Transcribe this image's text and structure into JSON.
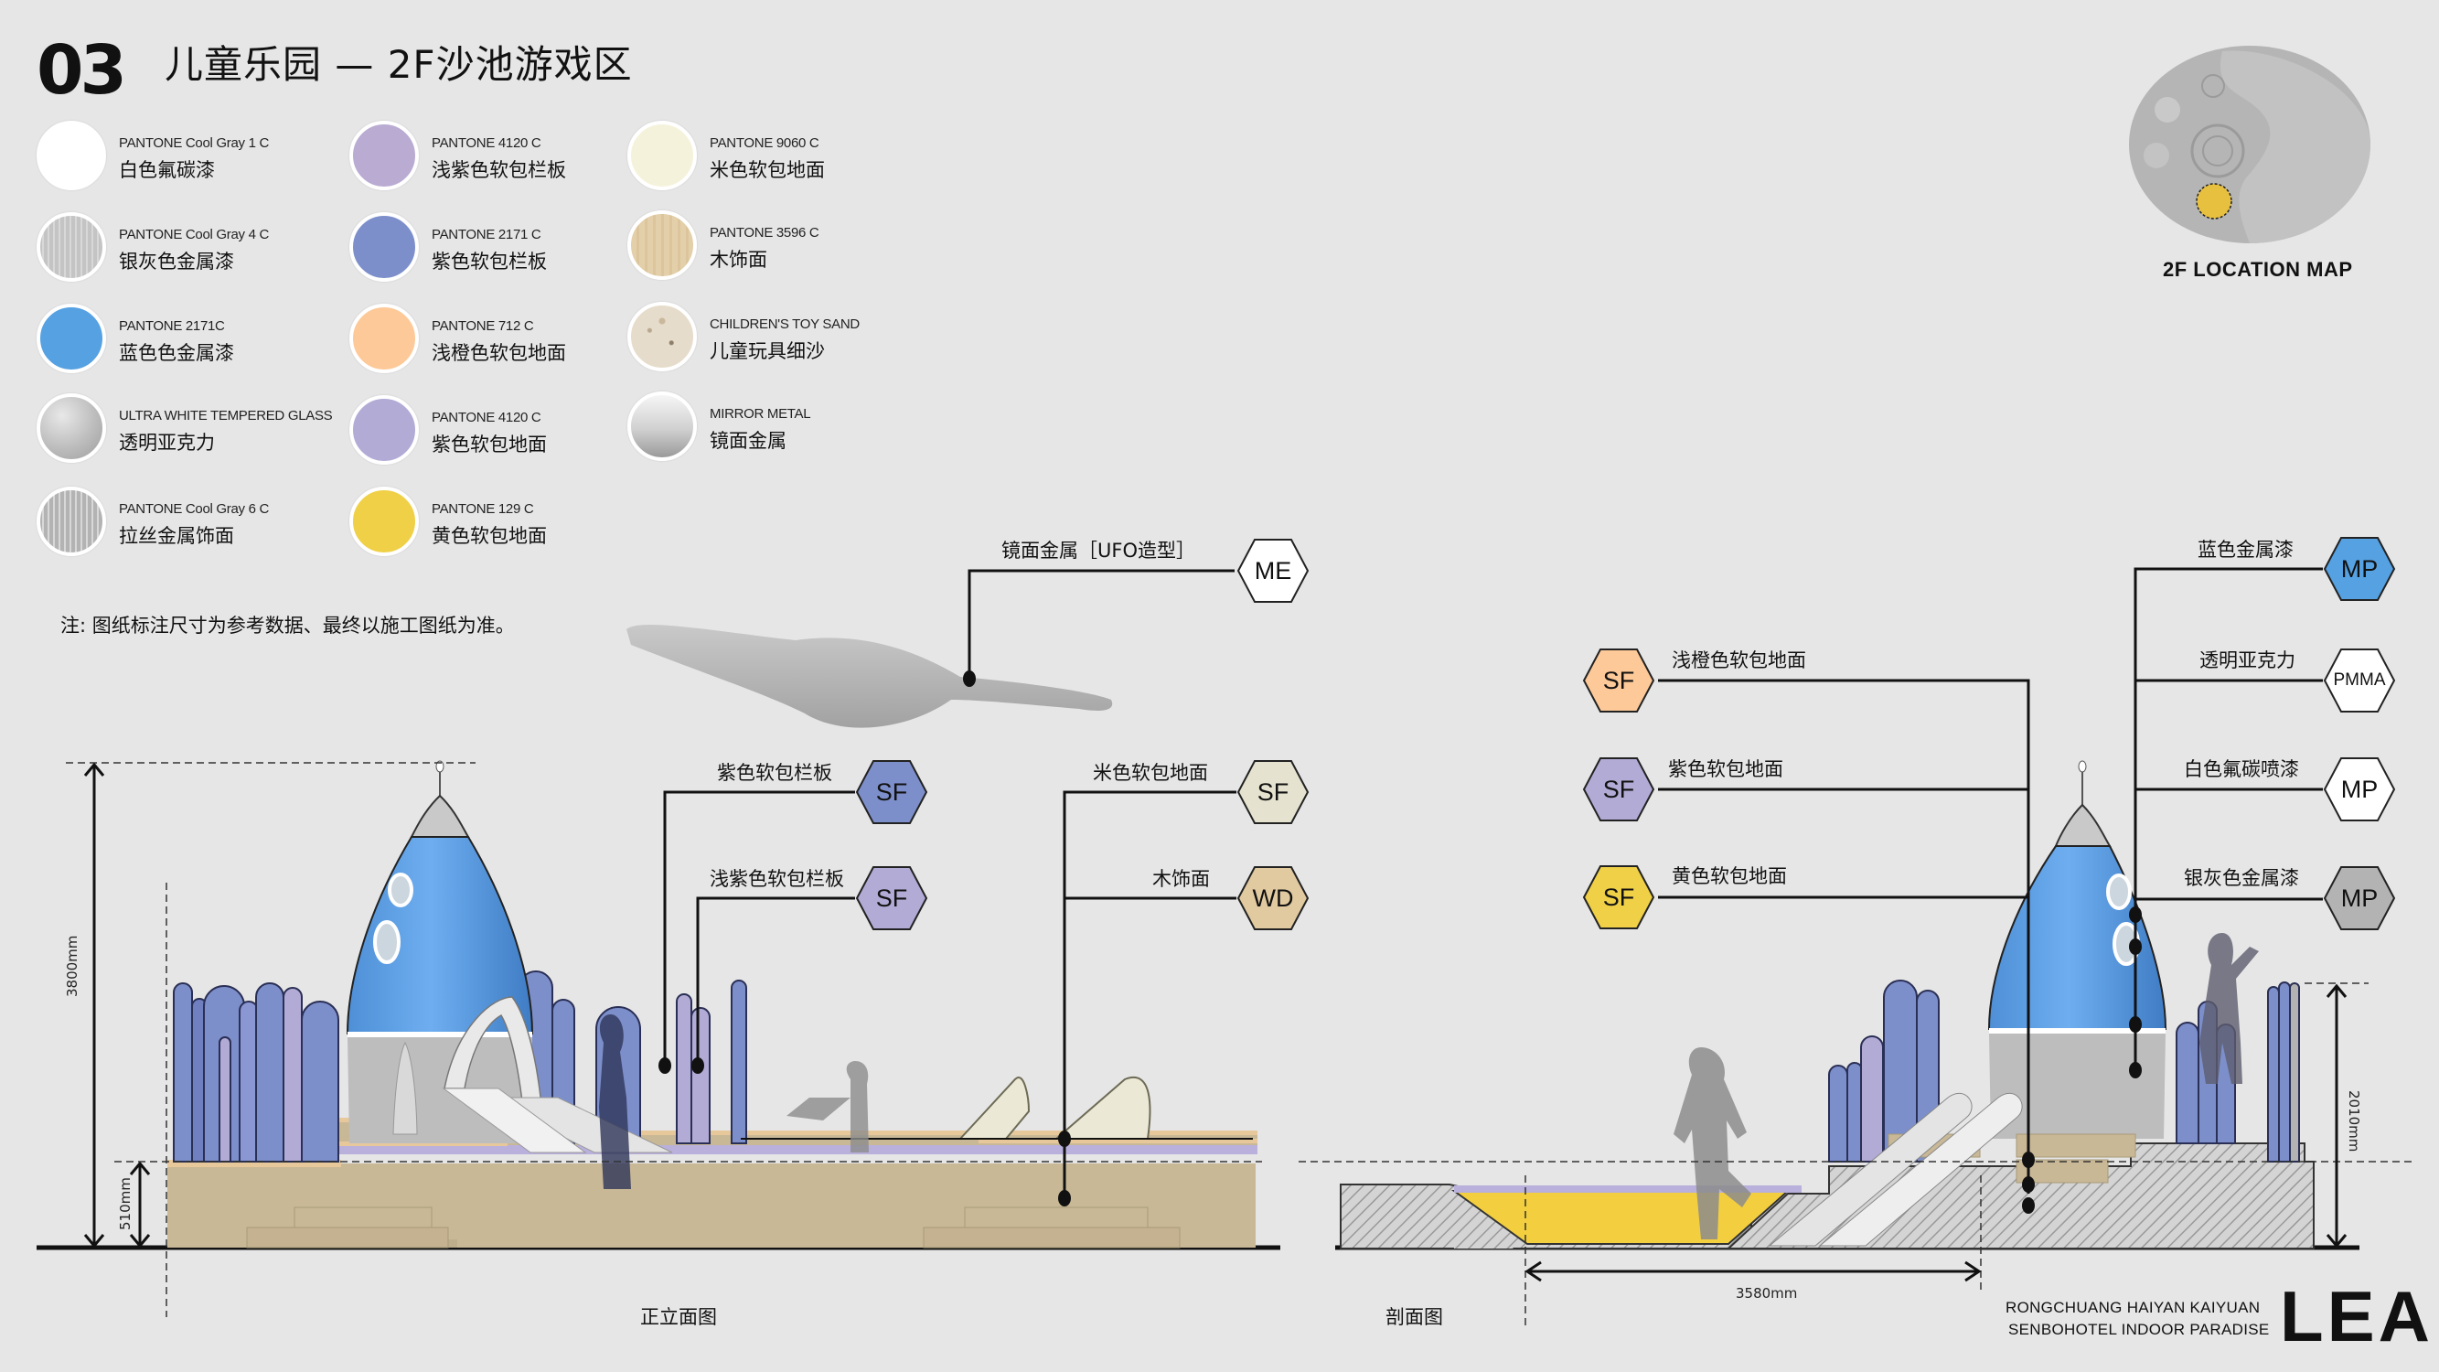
{
  "header": {
    "number": "03",
    "title": "儿童乐园 — 2F沙池游戏区"
  },
  "legend": {
    "items": [
      {
        "code": "PANTONE Cool Gray 1 C",
        "name": "白色氟碳漆",
        "color": "#ffffff",
        "texture": "solid"
      },
      {
        "code": "PANTONE Cool Gray 4 C",
        "name": "银灰色金属漆",
        "color": "#c4c4c4",
        "texture": "brushed"
      },
      {
        "code": "PANTONE 2171C",
        "name": "蓝色色金属漆",
        "color": "#55a1e2",
        "texture": "solid"
      },
      {
        "code": "ULTRA WHITE TEMPERED GLASS",
        "name": "透明亚克力",
        "color": "#bdbdbd",
        "texture": "glass"
      },
      {
        "code": "PANTONE Cool Gray 6 C",
        "name": "拉丝金属饰面",
        "color": "#b3b3b3",
        "texture": "brushed"
      },
      {
        "code": "PANTONE 4120 C",
        "name": "浅紫色软包栏板",
        "color": "#b9abd2",
        "texture": "solid"
      },
      {
        "code": "PANTONE 2171 C",
        "name": "紫色软包栏板",
        "color": "#7d8fcb",
        "texture": "solid"
      },
      {
        "code": "PANTONE 712 C",
        "name": "浅橙色软包地面",
        "color": "#fdc998",
        "texture": "solid"
      },
      {
        "code": "PANTONE 4120 C",
        "name": "紫色软包地面",
        "color": "#b2abd6",
        "texture": "solid"
      },
      {
        "code": "PANTONE 129 C",
        "name": "黄色软包地面",
        "color": "#efd047",
        "texture": "solid"
      },
      {
        "code": "PANTONE 9060 C",
        "name": "米色软包地面",
        "color": "#f5f2dc",
        "texture": "solid"
      },
      {
        "code": "PANTONE 3596 C",
        "name": "木饰面",
        "color": "#e3cfa9",
        "texture": "wood"
      },
      {
        "code": "CHILDREN'S TOY SAND",
        "name": "儿童玩具细沙",
        "color": "#e6dccb",
        "texture": "sand"
      },
      {
        "code": "MIRROR METAL",
        "name": "镜面金属",
        "color": "#d0d0d0",
        "texture": "mirror"
      }
    ]
  },
  "note": "注:  图纸标注尺寸为参考数据、最终以施工图纸为准。",
  "location_map": {
    "caption": "2F LOCATION MAP",
    "highlight_color": "#e8c040"
  },
  "elevation": {
    "caption": "正立面图",
    "callouts": [
      {
        "label": "镜面金属［UFO造型］",
        "code": "ME",
        "color": "#ffffff"
      },
      {
        "label": "紫色软包栏板",
        "code": "SF",
        "color": "#7d8fcb"
      },
      {
        "label": "浅紫色软包栏板",
        "code": "SF",
        "color": "#b2abd6"
      },
      {
        "label": "米色软包地面",
        "code": "SF",
        "color": "#e5e3cf"
      },
      {
        "label": "木饰面",
        "code": "WD",
        "color": "#e1c9a0"
      }
    ],
    "dimensions": {
      "height_total": "3800mm",
      "height_base": "510mm"
    }
  },
  "section": {
    "caption": "剖面图",
    "callouts_left": [
      {
        "label": "浅橙色软包地面",
        "code": "SF",
        "color": "#fdc998"
      },
      {
        "label": "紫色软包地面",
        "code": "SF",
        "color": "#b2abd6"
      },
      {
        "label": "黄色软包地面",
        "code": "SF",
        "color": "#efd047"
      }
    ],
    "callouts_right": [
      {
        "label": "蓝色金属漆",
        "code": "MP",
        "color": "#55a1e2"
      },
      {
        "label": "透明亚克力",
        "code": "PMMA",
        "color": "#ffffff"
      },
      {
        "label": "白色氟碳喷漆",
        "code": "MP",
        "color": "#ffffff"
      },
      {
        "label": "银灰色金属漆",
        "code": "MP",
        "color": "#b3b3b3"
      }
    ],
    "dimensions": {
      "width": "3580mm",
      "height": "2010mm"
    }
  },
  "footer": {
    "brand_line1": "RONGCHUANG HAIYAN KAIYUAN",
    "brand_line2": "SENBOHOTEL INDOOR PARADISE",
    "logo": "LEA"
  }
}
